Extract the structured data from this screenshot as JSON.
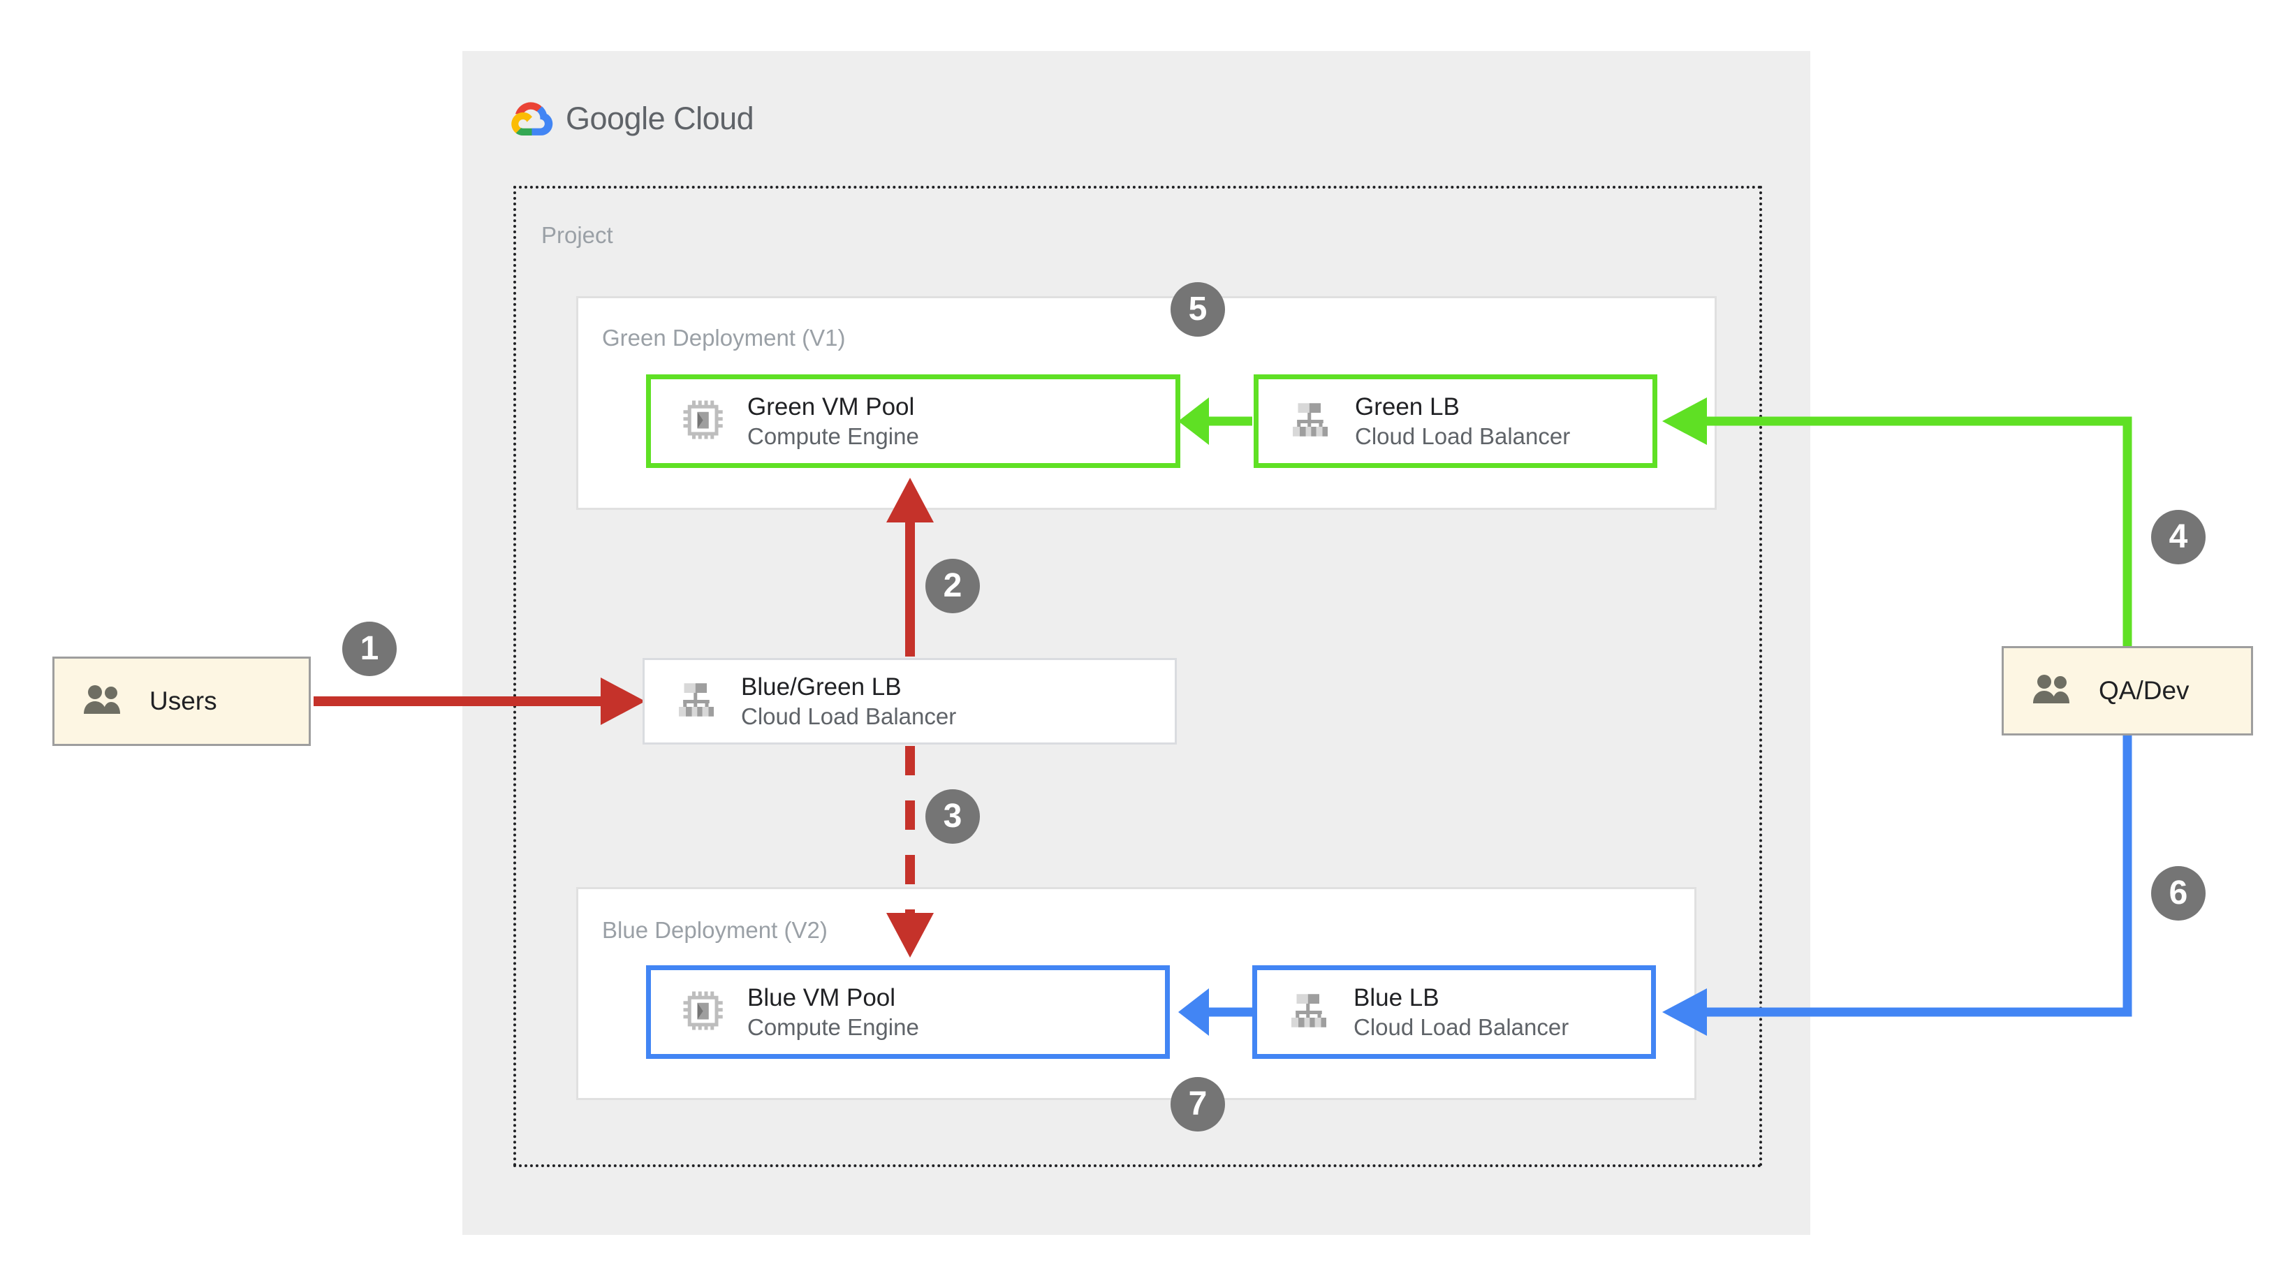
{
  "brand": {
    "name_part1": "Google",
    "name_part2": "Cloud",
    "logo_icon": "google-cloud-logo-icon",
    "panel_color": "#eeeeee"
  },
  "project": {
    "label": "Project"
  },
  "deployments": [
    {
      "id": "green",
      "label": "Green Deployment (V1)",
      "accent": "#5fe024"
    },
    {
      "id": "blue",
      "label": "Blue Deployment (V2)",
      "accent": "#4285f4"
    }
  ],
  "nodes": {
    "green_vm": {
      "title": "Green VM Pool",
      "subtitle": "Compute Engine",
      "icon": "cpu-chip-icon"
    },
    "green_lb": {
      "title": "Green LB",
      "subtitle": "Cloud Load Balancer",
      "icon": "load-balancer-icon"
    },
    "bluegreen_lb": {
      "title": "Blue/Green LB",
      "subtitle": "Cloud Load Balancer",
      "icon": "load-balancer-icon"
    },
    "blue_vm": {
      "title": "Blue VM Pool",
      "subtitle": "Compute Engine",
      "icon": "cpu-chip-icon"
    },
    "blue_lb": {
      "title": "Blue LB",
      "subtitle": "Cloud Load Balancer",
      "icon": "load-balancer-icon"
    }
  },
  "actors": {
    "users": {
      "label": "Users",
      "icon": "people-icon",
      "fill": "#fdf6e3"
    },
    "qa_dev": {
      "label": "QA/Dev",
      "icon": "people-icon",
      "fill": "#fdf6e3"
    }
  },
  "steps": [
    {
      "n": "1",
      "flow": "Users to Blue/Green LB",
      "color": "#c5322a",
      "style": "solid"
    },
    {
      "n": "2",
      "flow": "Blue/Green LB to Green VM Pool",
      "color": "#c5322a",
      "style": "solid"
    },
    {
      "n": "3",
      "flow": "Blue/Green LB to Blue VM Pool",
      "color": "#c5322a",
      "style": "dashed"
    },
    {
      "n": "4",
      "flow": "QA/Dev to Green LB",
      "color": "#5fe024",
      "style": "solid"
    },
    {
      "n": "5",
      "flow": "Green LB to Green VM Pool",
      "color": "#5fe024",
      "style": "solid"
    },
    {
      "n": "6",
      "flow": "QA/Dev to Blue LB",
      "color": "#4285f4",
      "style": "solid"
    },
    {
      "n": "7",
      "flow": "Blue LB to Blue VM Pool",
      "color": "#4285f4",
      "style": "solid"
    }
  ],
  "colors": {
    "red": "#c5322a",
    "green": "#5fe024",
    "blue": "#4285f4",
    "badge": "#757575",
    "panel": "#eeeeee",
    "actor_fill": "#fdf6e3",
    "muted_text": "#9aa0a6"
  }
}
